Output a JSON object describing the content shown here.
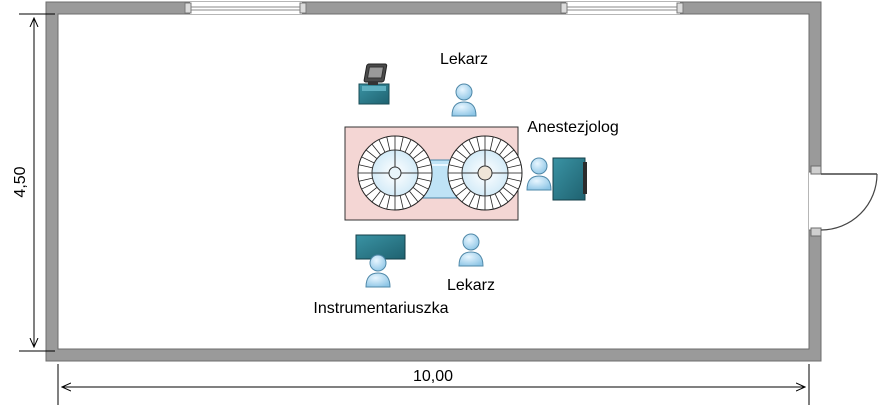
{
  "plan": {
    "dimensions": {
      "width_label": "10,00",
      "height_label": "4,50"
    },
    "people": [
      {
        "id": "lekarz-top",
        "label": "Lekarz"
      },
      {
        "id": "anestezjolog",
        "label": "Anestezjolog"
      },
      {
        "id": "lekarz-bottom",
        "label": "Lekarz"
      },
      {
        "id": "instrumentariuszka",
        "label": "Instrumentariuszka"
      }
    ],
    "colors": {
      "wall": "#8f8f8f",
      "wall_inner": "#ffffff",
      "table_fill": "#f4d6d4",
      "equipment_teal": "#2e7c8c",
      "person_fill": "#bfe3f6",
      "person_stroke": "#5a8fb0"
    }
  }
}
